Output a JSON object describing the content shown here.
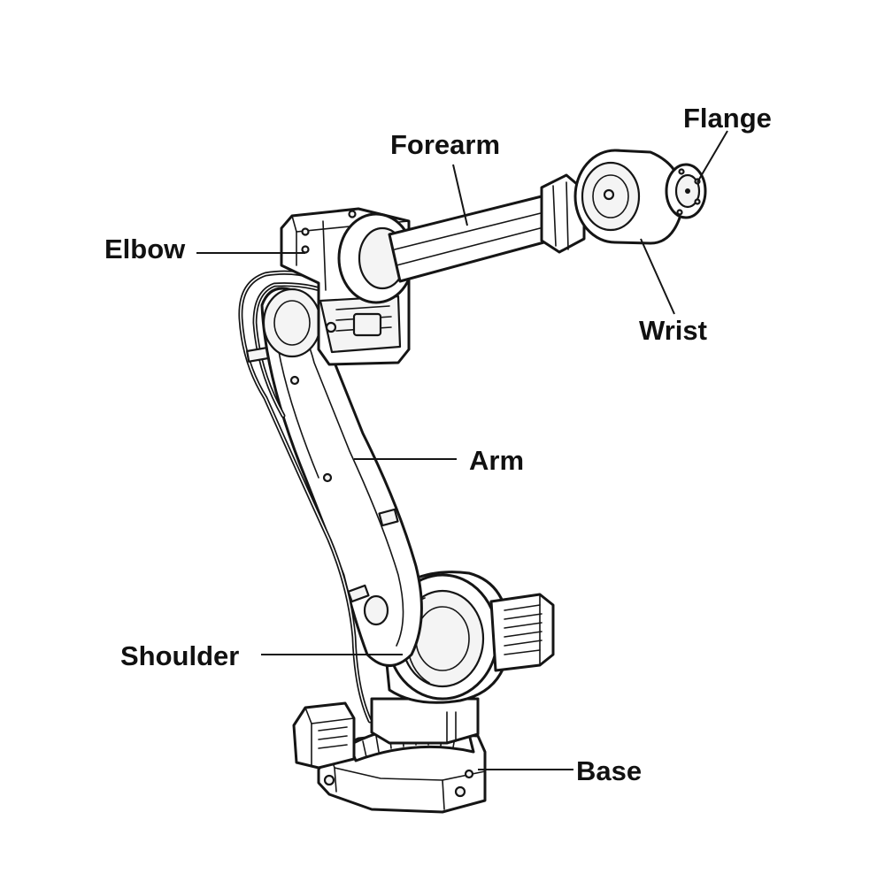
{
  "labels": {
    "flange": "Flange",
    "forearm": "Forearm",
    "elbow": "Elbow",
    "wrist": "Wrist",
    "arm": "Arm",
    "shoulder": "Shoulder",
    "base": "Base"
  },
  "colors": {
    "ink": "#151515",
    "background": "#ffffff"
  }
}
